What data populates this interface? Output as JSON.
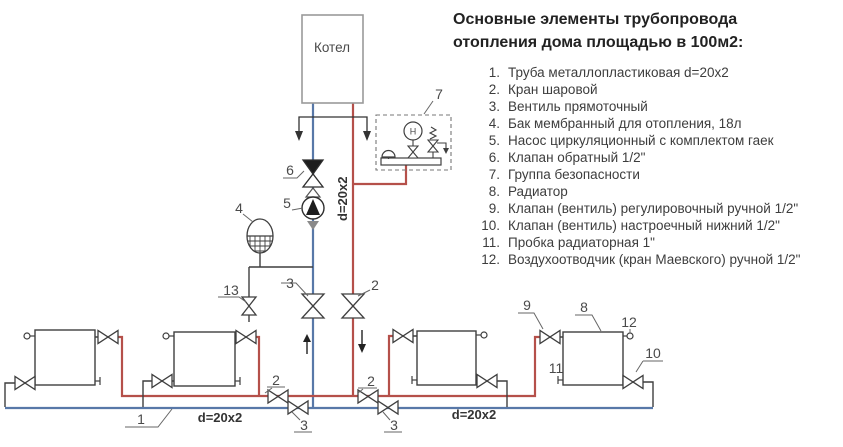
{
  "legend": {
    "title_line1": "Основные элементы трубопровода",
    "title_line2": "отопления дома площадью в 100м2:",
    "items": [
      {
        "num": "1.",
        "text": "Труба металлопластиковая d=20x2"
      },
      {
        "num": "2.",
        "text": "Кран шаровой"
      },
      {
        "num": "3.",
        "text": "Вентиль прямоточный"
      },
      {
        "num": "4.",
        "text": "Бак мембранный для отопления, 18л"
      },
      {
        "num": "5.",
        "text": "Насос циркуляционный с комплектом гаек"
      },
      {
        "num": "6.",
        "text": "Клапан обратный 1/2\""
      },
      {
        "num": "7.",
        "text": "Группа безопасности"
      },
      {
        "num": "8.",
        "text": "Радиатор"
      },
      {
        "num": "9.",
        "text": "Клапан (вентиль) регулировочный ручной 1/2\""
      },
      {
        "num": "10.",
        "text": "Клапан (вентиль) настроечный нижний 1/2\""
      },
      {
        "num": "11.",
        "text": "Пробка радиаторная 1\""
      },
      {
        "num": "12.",
        "text": "Воздухоотводчик (кран Маевского) ручной 1/2\""
      }
    ]
  },
  "diagram": {
    "boiler_label": "Котел",
    "gauge_letter": "Н",
    "pipe_label_vertical": "d=20x2",
    "pipe_label_left": "d=20x2",
    "pipe_label_right": "d=20x2",
    "callouts": {
      "c1": "1",
      "c2": "2",
      "c3": "3",
      "c4": "4",
      "c5": "5",
      "c6": "6",
      "c7": "7",
      "c8": "8",
      "c9": "9",
      "c10": "10",
      "c11": "11",
      "c12": "12",
      "c13": "13",
      "c2_main_left": "2",
      "c3_main_left": "3",
      "c2_main_right": "2",
      "c3_main_right": "3"
    }
  },
  "colors": {
    "supply": "#b5504a",
    "return": "#5878a8",
    "outline": "#3f3f3f"
  }
}
